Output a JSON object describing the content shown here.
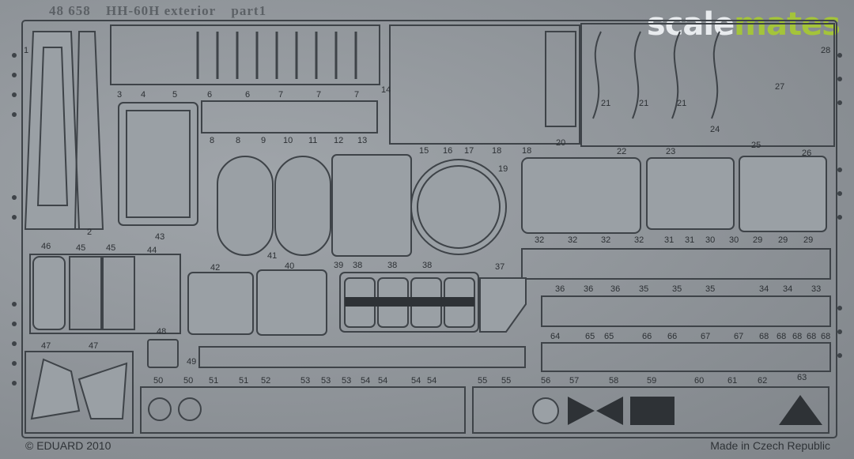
{
  "header": {
    "code": "48 658",
    "subject": "HH-60H exterior",
    "part": "part1"
  },
  "watermark": {
    "first": "scale",
    "second": "mates",
    "color_first": "#e8ebee",
    "color_second": "#a4c43a"
  },
  "footer": {
    "copyright": "© EDUARD 2010",
    "origin": "Made in Czech Republic"
  },
  "part_numbers": [
    "1",
    "2",
    "3",
    "4",
    "5",
    "6",
    "6",
    "7",
    "7",
    "7",
    "8",
    "8",
    "9",
    "10",
    "11",
    "12",
    "13",
    "14",
    "15",
    "16",
    "17",
    "18",
    "18",
    "19",
    "20",
    "21",
    "21",
    "21",
    "22",
    "23",
    "24",
    "25",
    "26",
    "27",
    "28",
    "29",
    "29",
    "29",
    "30",
    "30",
    "31",
    "31",
    "32",
    "32",
    "32",
    "32",
    "33",
    "34",
    "34",
    "35",
    "35",
    "35",
    "36",
    "36",
    "36",
    "37",
    "38",
    "38",
    "38",
    "39",
    "40",
    "41",
    "42",
    "43",
    "44",
    "45",
    "45",
    "46",
    "47",
    "47",
    "48",
    "49",
    "50",
    "50",
    "51",
    "51",
    "52",
    "53",
    "53",
    "53",
    "54",
    "54",
    "54",
    "54",
    "55",
    "55",
    "56",
    "57",
    "58",
    "59",
    "60",
    "61",
    "62",
    "63",
    "64",
    "65",
    "65",
    "66",
    "66",
    "67",
    "67",
    "68",
    "68",
    "68",
    "68",
    "68"
  ]
}
